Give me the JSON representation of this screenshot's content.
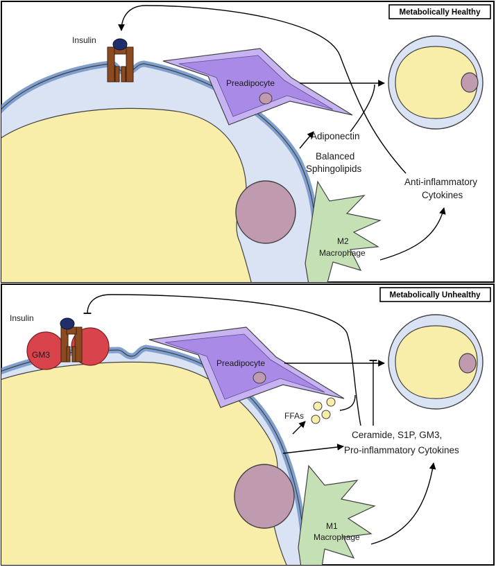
{
  "panels": {
    "healthy": {
      "title": "Metabolically Healthy",
      "insulin": "Insulin",
      "preadipocyte": "Preadipocyte",
      "adiponectin": "Adiponectin",
      "sphingolipids_line1": "Balanced",
      "sphingolipids_line2": "Sphingolipids",
      "cytokines_line1": "Anti-inflammatory",
      "cytokines_line2": "Cytokines",
      "macrophage_line1": "M2",
      "macrophage_line2": "Macrophage"
    },
    "unhealthy": {
      "title": "Metabolically Unhealthy",
      "insulin": "Insulin",
      "gm3": "GM3",
      "preadipocyte": "Preadipocyte",
      "ffas": "FFAs",
      "mediators_line1": "Ceramide, S1P, GM3,",
      "mediators_line2": "Pro-inflammatory Cytokines",
      "macrophage_line1": "M1",
      "macrophage_line2": "Macrophage"
    }
  },
  "colors": {
    "lipid": "#f8eea9",
    "cytoplasm": "#dae3f3",
    "membrane": "#7f9fcf",
    "nucleus": "#c09aaf",
    "preadipocyte": "#c7b3f2",
    "preadipocyte_inner": "#a98ae6",
    "m2_macrophage": "#c5e0b4",
    "gm3": "#d9434b",
    "receptor": "#8b4a20",
    "insulin": "#1f2f6b"
  }
}
